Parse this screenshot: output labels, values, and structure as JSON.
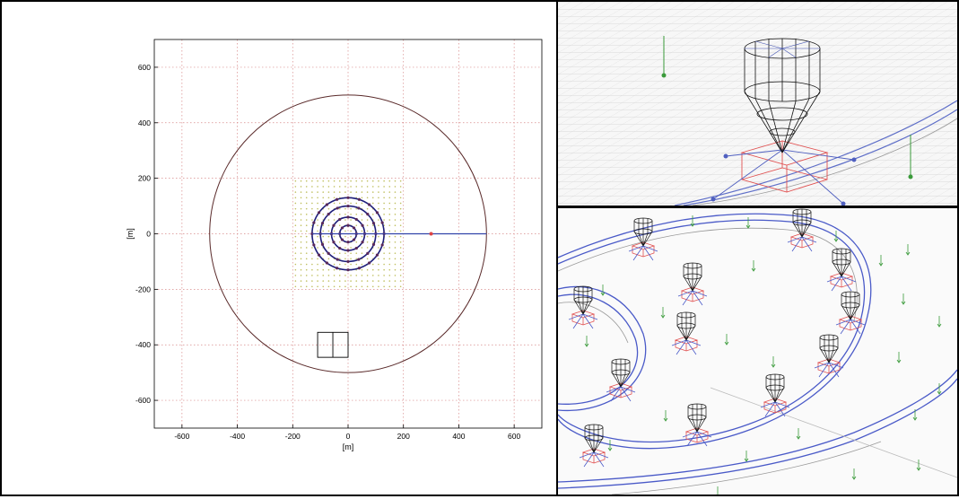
{
  "plot": {
    "x_ticks": [
      "-600",
      "-400",
      "-200",
      "0",
      "200",
      "400",
      "600"
    ],
    "y_ticks": [
      "600",
      "400",
      "200",
      "0",
      "-200",
      "-400",
      "-600"
    ],
    "xlabel": "[m]",
    "ylabel": "[m]",
    "colors": {
      "grid": "#d88a8a",
      "boundary": "#5a2a2a",
      "rings": "#1e1e7a",
      "nodes": "#5a2a5a",
      "line": "#3344aa",
      "terrain_points": "#c0c060"
    }
  },
  "chart_data": {
    "type": "scatter",
    "xlabel": "[m]",
    "ylabel": "[m]",
    "xlim": [
      -700,
      700
    ],
    "ylim": [
      -700,
      700
    ],
    "grid": true,
    "boundary_circle": {
      "center": [
        0,
        0
      ],
      "radius": 500
    },
    "rings": [
      {
        "radius": 30
      },
      {
        "radius": 60
      },
      {
        "radius": 100
      },
      {
        "radius": 130
      }
    ],
    "export_line": {
      "from": [
        0,
        0
      ],
      "to": [
        500,
        0
      ]
    },
    "substation": {
      "x_range": [
        -110,
        0
      ],
      "y_range": [
        -445,
        -355
      ],
      "divider_x": -55
    }
  },
  "views": {
    "top_label": "",
    "bottom_label": ""
  }
}
